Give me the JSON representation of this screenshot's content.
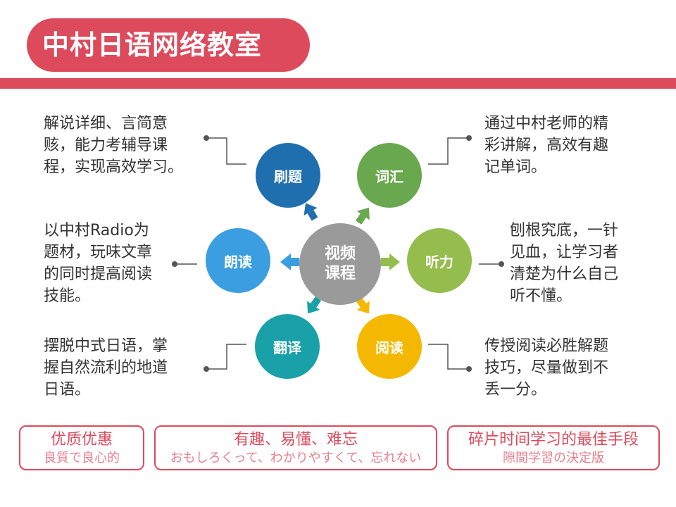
{
  "header": {
    "title": "中村日语网络教室"
  },
  "center": {
    "label": "视频\n课程"
  },
  "nodes": {
    "shuati": {
      "label": "刷题",
      "color": "#1f6fae"
    },
    "cihui": {
      "label": "词汇",
      "color": "#6aa84f"
    },
    "tingli": {
      "label": "听力",
      "color": "#94bd4d"
    },
    "yuedu": {
      "label": "阅读",
      "color": "#f5b800"
    },
    "fanyi": {
      "label": "翻译",
      "color": "#1aa0a8"
    },
    "langdu": {
      "label": "朗读",
      "color": "#3b9ee0"
    }
  },
  "notes": {
    "shuati": "解说详细、言简意\n赅，能力考辅导课\n程，实现高效学习。",
    "cihui": "通过中村老师的精\n彩讲解，高效有趣\n记单词。",
    "langdu": "以中村Radio为\n题材，玩味文章\n的同时提高阅读\n技能。",
    "tingli": "刨根究底，一针\n见血，让学习者\n清楚为什么自己\n听不懂。",
    "fanyi": "摆脱中式日语，掌\n握自然流利的地道\n日语。",
    "yuedu": "传授阅读必胜解题\n技巧，尽量做到不\n丢一分。"
  },
  "bottom": [
    {
      "line1": "优质优惠",
      "line2": "良質で良心的"
    },
    {
      "line1": "有趣、易懂、难忘",
      "line2": "おもしろくって、わかりやすくて、忘れない"
    },
    {
      "line1": "碎片时间学习的最佳手段",
      "line2": "隙間学習の決定版"
    }
  ]
}
